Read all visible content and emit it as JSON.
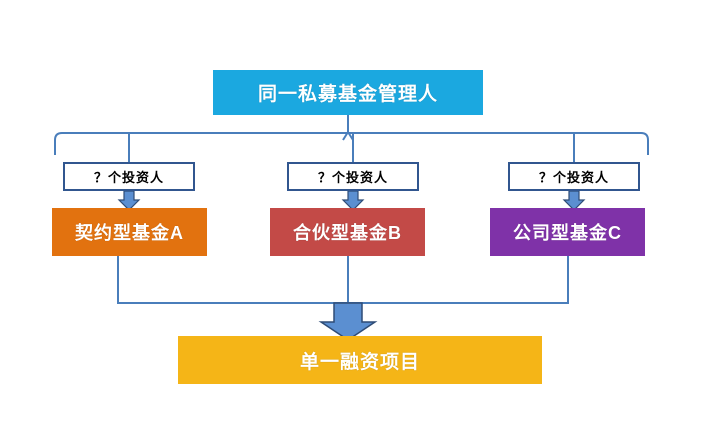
{
  "diagram": {
    "title_box": {
      "label": "同一私募基金管理人",
      "color": "#1BA8E0"
    },
    "investor_boxes": [
      {
        "label": "？个投资人"
      },
      {
        "label": "？个投资人"
      },
      {
        "label": "？个投资人"
      }
    ],
    "fund_boxes": [
      {
        "label": "契约型基金A",
        "color": "#E2720F"
      },
      {
        "label": "合伙型基金B",
        "color": "#C34A47"
      },
      {
        "label": "公司型基金C",
        "color": "#7F32A8"
      }
    ],
    "project_box": {
      "label": "单一融资项目",
      "color": "#F5B517"
    },
    "connector_color": "#4A7EBB",
    "connector_outline_color": "#2E4C76"
  }
}
